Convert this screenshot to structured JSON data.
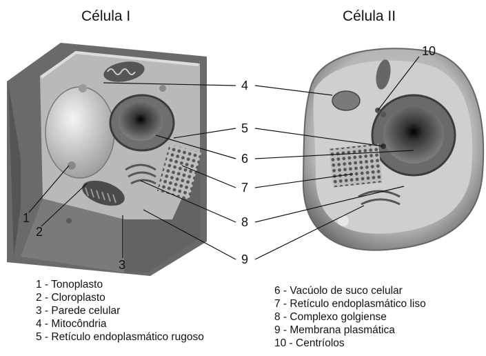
{
  "titles": {
    "cell1": "Célula I",
    "cell2": "Célula II"
  },
  "numbers": [
    "1",
    "2",
    "3",
    "4",
    "5",
    "6",
    "7",
    "8",
    "9",
    "10"
  ],
  "legend_left": [
    "1 - Tonoplasto",
    "2 - Cloroplasto",
    "3 - Parede celular",
    "4 - Mitocôndria",
    "5 - Retículo endoplasmático rugoso"
  ],
  "legend_right": [
    "6 - Vacúolo de suco celular",
    "7 - Retículo endoplasmático liso",
    "8 - Complexo golgiense",
    "9 - Membrana plasmática",
    "10 - Centríolos"
  ]
}
